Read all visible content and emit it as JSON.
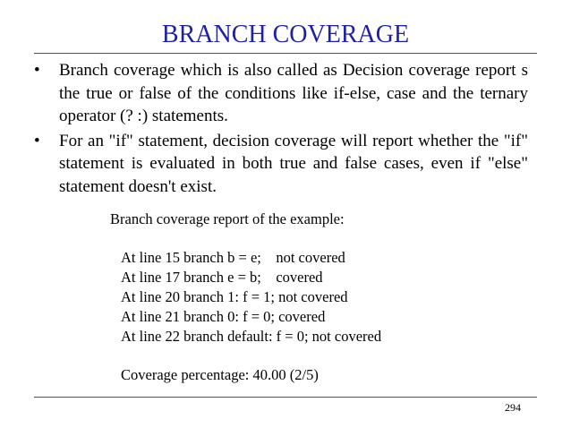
{
  "slide": {
    "title": "BRANCH COVERAGE",
    "bullets": [
      "Branch coverage which is also called as Decision coverage report s the true or false of the conditions like if-else, case and the ternary operator (? :) statements.",
      "For an \"if\" statement, decision coverage will report whether the \"if\" statement is evaluated in both true and false cases, even if \"else\" statement doesn't exist."
    ],
    "bullet_marker": "•",
    "report": {
      "heading": "Branch coverage report of the example:",
      "lines": [
        "At line 15 branch b = e;    not covered",
        "At line 17 branch e = b;    covered",
        "At line 20 branch 1: f = 1; not covered",
        "At line 21 branch 0: f = 0; covered",
        "At line 22 branch default: f = 0; not covered"
      ],
      "coverage": "Coverage percentage: 40.00 (2/5)"
    },
    "page_number": "294",
    "colors": {
      "title": "#1f1fa8",
      "text": "#000000",
      "rule": "#555555"
    }
  }
}
